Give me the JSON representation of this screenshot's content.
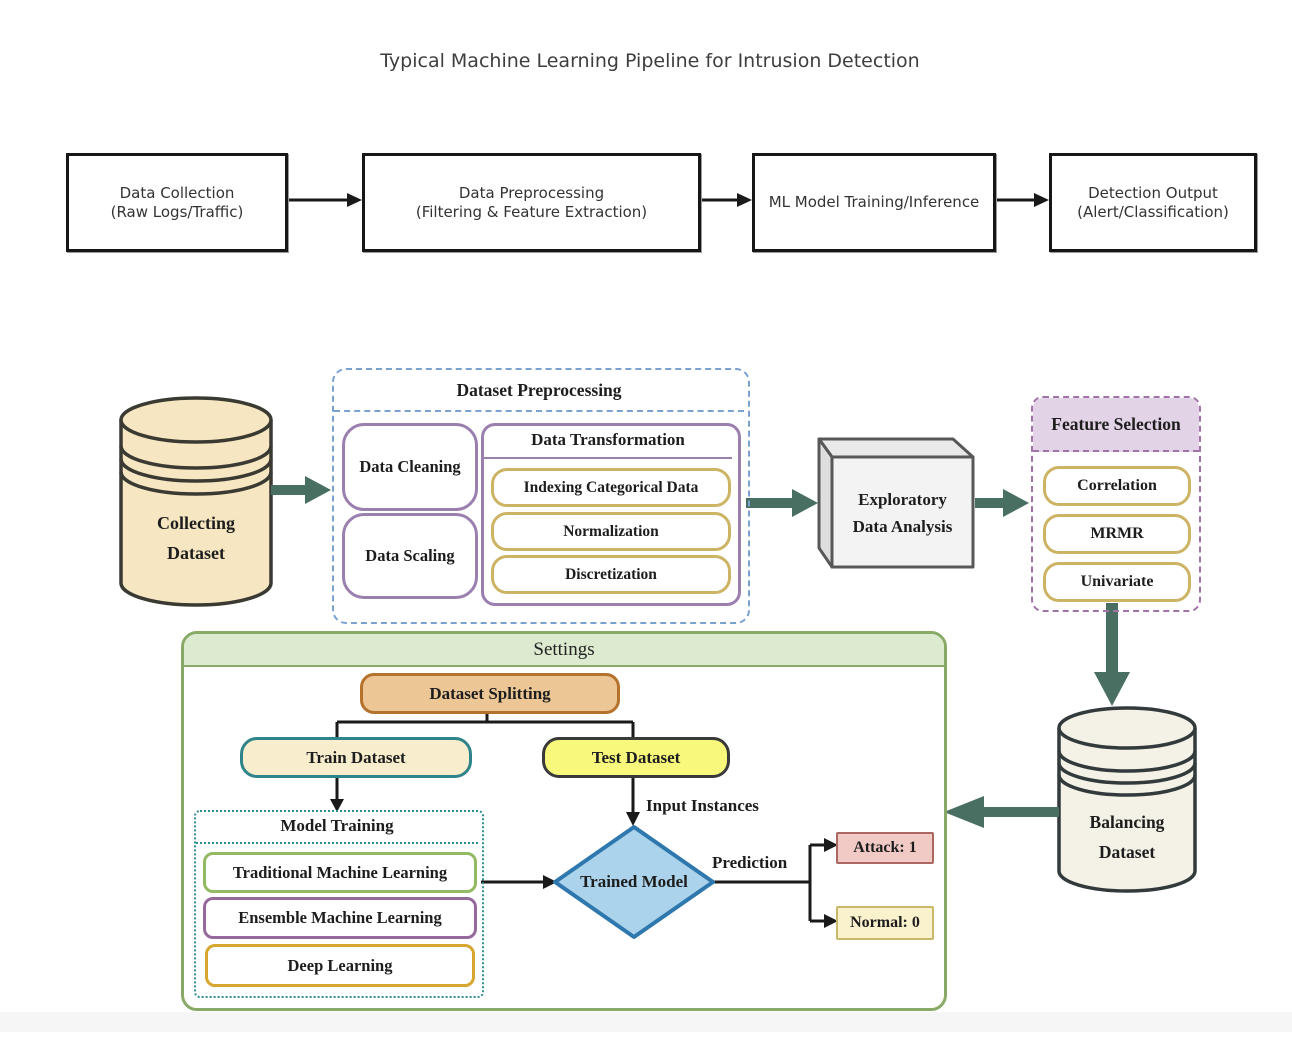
{
  "title": "Typical Machine Learning Pipeline for Intrusion Detection",
  "pipeline": {
    "steps": [
      {
        "line1": "Data Collection",
        "line2": "(Raw Logs/Traffic)"
      },
      {
        "line1": "Data Preprocessing",
        "line2": "(Filtering & Feature Extraction)"
      },
      {
        "line1": "ML Model Training/Inference"
      },
      {
        "line1": "Detection Output",
        "line2": "(Alert/Classification)"
      }
    ]
  },
  "diagram": {
    "collecting_dataset": {
      "line1": "Collecting",
      "line2": "Dataset"
    },
    "dataset_preprocessing": {
      "title": "Dataset Preprocessing",
      "data_cleaning": "Data Cleaning",
      "data_scaling": "Data Scaling",
      "data_transformation": {
        "title": "Data Transformation",
        "items": [
          "Indexing Categorical Data",
          "Normalization",
          "Discretization"
        ]
      }
    },
    "eda": {
      "line1": "Exploratory",
      "line2": "Data Analysis"
    },
    "feature_selection": {
      "title": "Feature Selection",
      "items": [
        "Correlation",
        "MRMR",
        "Univariate"
      ]
    },
    "balancing_dataset": {
      "line1": "Balancing",
      "line2": "Dataset"
    },
    "settings": {
      "title": "Settings",
      "dataset_splitting": "Dataset Splitting",
      "train_dataset": "Train Dataset",
      "test_dataset": "Test Dataset",
      "model_training": {
        "title": "Model Training",
        "items": [
          "Traditional Machine Learning",
          "Ensemble Machine Learning",
          "Deep Learning"
        ]
      },
      "input_instances_label": "Input Instances",
      "trained_model": "Trained Model",
      "prediction_label": "Prediction",
      "attack_output": "Attack: 1",
      "normal_output": "Normal: 0"
    }
  },
  "colors": {
    "teal_arrow": "#486f62",
    "blue_dash_panel": "#7ba1d0",
    "purple_border": "#9b7fae",
    "gold_border": "#ccb464",
    "settings_green_border": "#88aa66",
    "settings_header_fill": "#dcead0",
    "splitting_border": "#b5722c",
    "splitting_fill": "#ecc795",
    "train_border": "#2f8489",
    "train_fill": "#f8edcd",
    "test_fill": "#f7f87c",
    "diamond_fill": "#abd3eb",
    "diamond_border": "#2e78ae",
    "attack_fill": "#f1c9c5",
    "attack_border": "#aa6863",
    "normal_fill": "#faf1cd",
    "normal_border": "#c9b96a",
    "collecting_cylinder_fill": "#f6e7c2",
    "balancing_cylinder_fill": "#f4f1e6",
    "feature_header_fill": "#e3d3e7",
    "feature_dash_border": "#a172a8",
    "model_training_dotted": "#2e8f8f",
    "traditional_border": "#93ba62",
    "ensemble_border": "#96699c",
    "deep_border": "#d7a62e"
  }
}
